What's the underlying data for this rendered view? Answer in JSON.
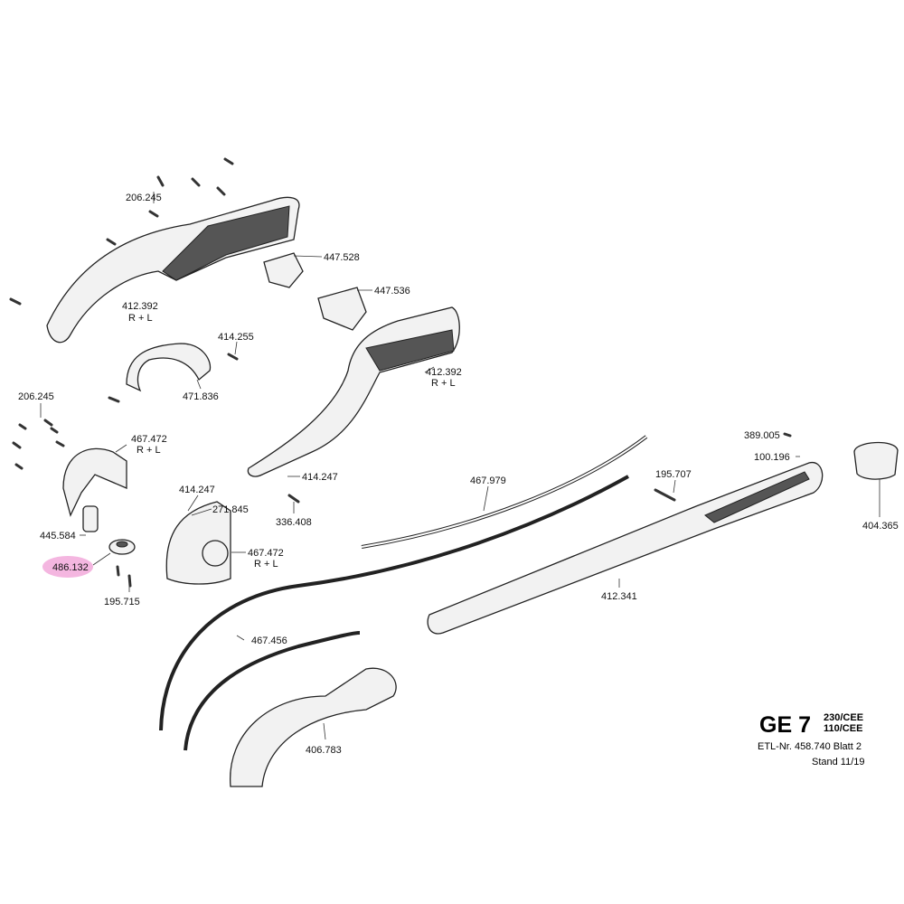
{
  "title_block": {
    "model": "GE 7",
    "variant_1": "230/CEE",
    "variant_2": "110/CEE",
    "etl": "ETL-Nr. 458.740  Blatt 2",
    "stand": "Stand  11/19"
  },
  "highlight_color": "#f4b6e0",
  "parts": [
    {
      "number": "206.245"
    },
    {
      "number": "412.392",
      "note": "R + L"
    },
    {
      "number": "447.528"
    },
    {
      "number": "447.536"
    },
    {
      "number": "414.255"
    },
    {
      "number": "471.836"
    },
    {
      "number": "206.245"
    },
    {
      "number": "467.472",
      "note": "R + L"
    },
    {
      "number": "412.392",
      "note": "R + L"
    },
    {
      "number": "389.005"
    },
    {
      "number": "100.196"
    },
    {
      "number": "195.707"
    },
    {
      "number": "404.365"
    },
    {
      "number": "467.979"
    },
    {
      "number": "414.247"
    },
    {
      "number": "336.408"
    },
    {
      "number": "414.247"
    },
    {
      "number": "271.845"
    },
    {
      "number": "445.584"
    },
    {
      "number": "467.472",
      "note": "R + L"
    },
    {
      "number": "486.132",
      "highlighted": true
    },
    {
      "number": "195.715"
    },
    {
      "number": "412.341"
    },
    {
      "number": "467.456"
    },
    {
      "number": "406.783"
    }
  ]
}
